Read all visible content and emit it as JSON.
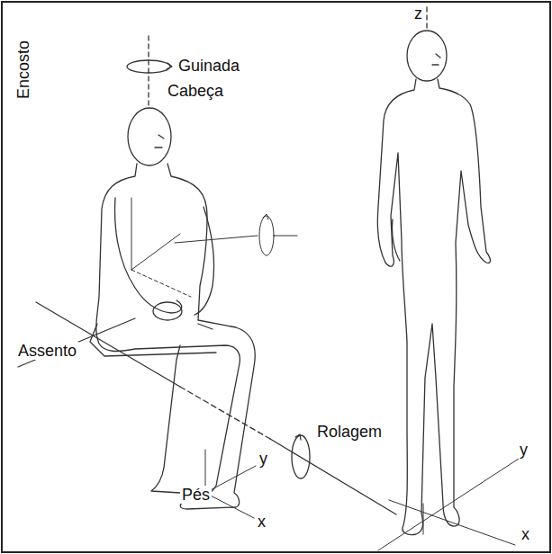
{
  "diagram": {
    "labels": [
      "Guinada",
      "Cabeça",
      "Encosto",
      "Assento",
      "Rolagem",
      "Pés",
      "y",
      "x",
      "z",
      "y",
      "x"
    ]
  }
}
